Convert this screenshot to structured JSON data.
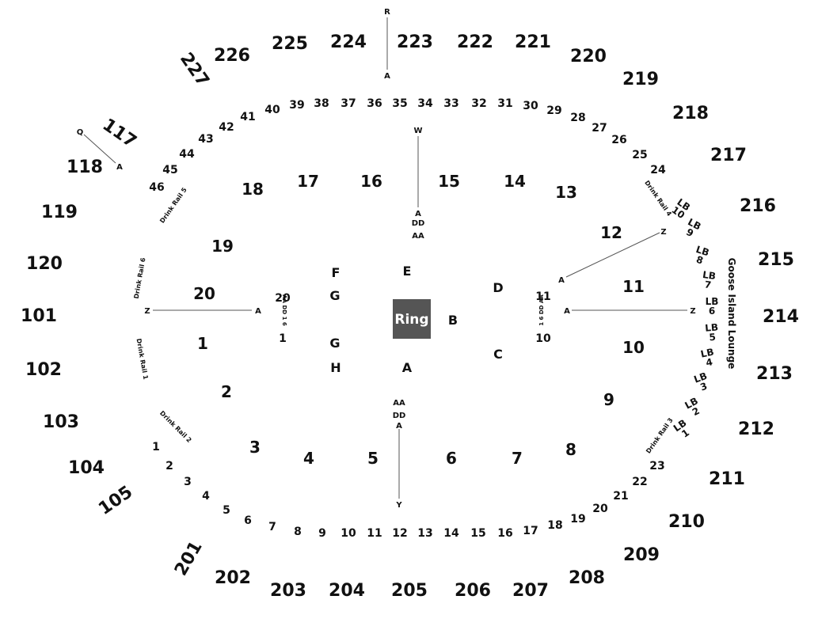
{
  "ring": {
    "label": "Ring",
    "color": "#555555"
  },
  "upper_sections": [
    "226",
    "225",
    "224",
    "223",
    "222",
    "221",
    "220",
    "219",
    "218",
    "217",
    "216",
    "215",
    "214",
    "213",
    "212",
    "211",
    "210",
    "209",
    "208",
    "207",
    "206",
    "205",
    "204",
    "203",
    "202",
    "201",
    "227"
  ],
  "side_sections": [
    "117",
    "118",
    "119",
    "120",
    "101",
    "102",
    "103",
    "104",
    "105"
  ],
  "lower_sections": [
    "40",
    "39",
    "38",
    "37",
    "36",
    "35",
    "34",
    "33",
    "32",
    "31",
    "30",
    "29",
    "28",
    "27",
    "26",
    "25",
    "24",
    "41",
    "42",
    "43",
    "44",
    "45",
    "46",
    "1",
    "2",
    "3",
    "4",
    "5",
    "6",
    "7",
    "8",
    "9",
    "10",
    "11",
    "12",
    "13",
    "14",
    "15",
    "16",
    "17",
    "18",
    "19",
    "20",
    "21",
    "22",
    "23"
  ],
  "floor_sections": [
    "18",
    "17",
    "16",
    "15",
    "14",
    "13",
    "12",
    "19",
    "20",
    "11",
    "1",
    "10",
    "2",
    "9",
    "3",
    "4",
    "5",
    "6",
    "7",
    "8"
  ],
  "floor_rows": [
    "F",
    "E",
    "G",
    "D",
    "B",
    "G",
    "C",
    "H",
    "A"
  ],
  "row_markers": {
    "r": "R",
    "a_top": "A",
    "q": "Q",
    "a_q": "A",
    "w": "W",
    "a_w": "A",
    "dd_w": "DD",
    "aa_w": "AA",
    "z_left": "Z",
    "a_left": "A",
    "z_right_upper": "Z",
    "a_right_upper": "A",
    "z_right": "Z",
    "a_right": "A",
    "aa_y": "AA",
    "dd_y": "DD",
    "a_y": "A",
    "y": "Y",
    "sec20": "20",
    "sec20_rows": "AA DD 1 6",
    "sec1": "1",
    "sec11": "11",
    "sec11_rows": "1 6 DD AA",
    "sec10": "10"
  },
  "drink_rails": [
    "Drink Rail 5",
    "Drink Rail 6",
    "Drink Rail 1",
    "Drink Rail 2",
    "Drink Rail 3",
    "Drink Rail 4"
  ],
  "lounge_boxes": [
    {
      "label": "LB",
      "num": "10"
    },
    {
      "label": "LB",
      "num": "9"
    },
    {
      "label": "LB",
      "num": "8"
    },
    {
      "label": "LB",
      "num": "7"
    },
    {
      "label": "LB",
      "num": "6"
    },
    {
      "label": "LB",
      "num": "5"
    },
    {
      "label": "LB",
      "num": "4"
    },
    {
      "label": "LB",
      "num": "3"
    },
    {
      "label": "LB",
      "num": "2"
    },
    {
      "label": "LB",
      "num": "1"
    }
  ],
  "lounge_name": "Goose Island Lounge"
}
